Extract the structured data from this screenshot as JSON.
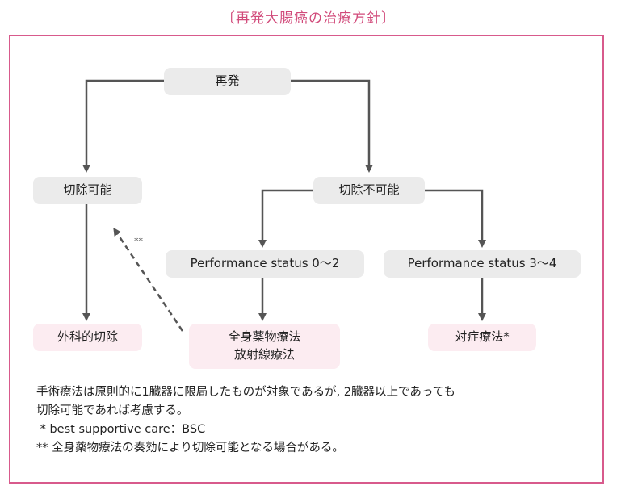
{
  "title": "〔再発大腸癌の治療方針〕",
  "nodes": {
    "recurrence": "再発",
    "resectable": "切除可能",
    "unresectable": "切除不可能",
    "ps_0_2": "Performance status 0〜2",
    "ps_3_4": "Performance status 3〜4",
    "surgery": "外科的切除",
    "systemic_line1": "全身薬物療法",
    "systemic_line2": "放射線療法",
    "symptomatic": "対症療法*"
  },
  "dashed_arrow_mark": "**",
  "notes": {
    "line1": "手術療法は原則的に1臓器に限局したものが対象であるが,  2臓器以上であっても",
    "line2": "切除可能であれば考慮する。",
    "line3": " * best supportive care：BSC",
    "line4": "** 全身薬物療法の奏効により切除可能となる場合がある。"
  },
  "colors": {
    "title": "#d14a7a",
    "frame": "#d85a8c",
    "gray_box": "#ebebeb",
    "pink_box": "#fcecf1",
    "line": "#555555"
  }
}
